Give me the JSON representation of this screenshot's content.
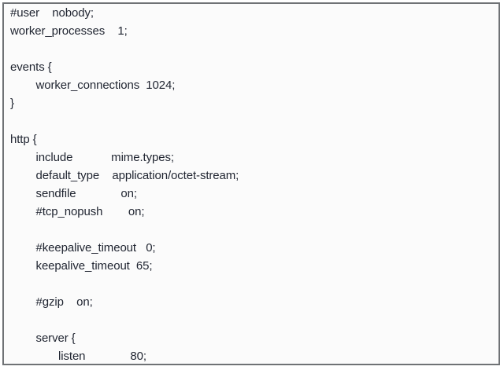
{
  "colors": {
    "page_bg": "#ffffff",
    "box_bg": "#fbfbfb",
    "border_color": "#6f7275",
    "text_color": "#1f2430"
  },
  "config_file": {
    "language": "nginx-conf",
    "lines": [
      "#user    nobody;",
      "worker_processes    1;",
      "",
      "events {",
      "        worker_connections  1024;",
      "}",
      "",
      "http {",
      "        include            mime.types;",
      "        default_type    application/octet-stream;",
      "        sendfile              on;",
      "        #tcp_nopush        on;",
      "",
      "        #keepalive_timeout   0;",
      "        keepalive_timeout  65;",
      "",
      "        #gzip    on;",
      "",
      "        server {",
      "               listen              80;"
    ]
  }
}
